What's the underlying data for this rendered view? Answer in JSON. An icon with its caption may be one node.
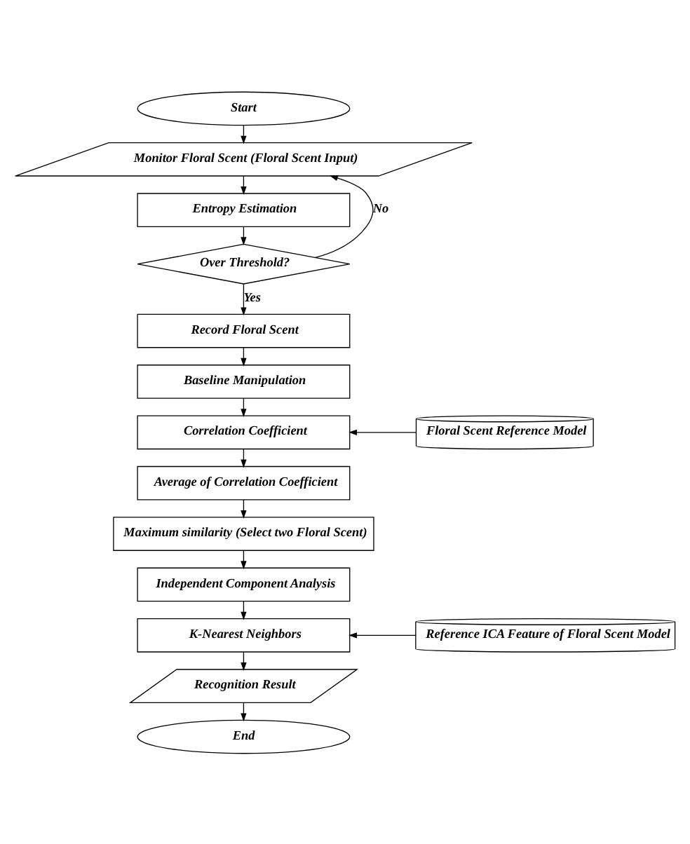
{
  "diagram": {
    "nodes": [
      {
        "text": [
          "Start"
        ]
      },
      {
        "text": [
          "Monitor Floral Scent (Floral Scent Input)"
        ]
      },
      {
        "text": [
          "Entropy Estimation"
        ]
      },
      {
        "text": [
          "Over Threshold?"
        ]
      },
      {
        "text": [
          "Record Floral Scent"
        ]
      },
      {
        "text": [
          "Baseline Manipulation"
        ]
      },
      {
        "text": [
          "Correlation Coefficient"
        ]
      },
      {
        "text": [
          "Floral Scent Reference Model"
        ]
      },
      {
        "text": [
          "Average of Correlation Coefficient"
        ]
      },
      {
        "text": [
          "Maximum similarity (Select two Floral Scent)"
        ]
      },
      {
        "text": [
          "Independent Component Analysis"
        ]
      },
      {
        "text": [
          "K-Nearest Neighbors"
        ]
      },
      {
        "text": [
          "Reference ICA Feature of Floral Scent Model"
        ]
      },
      {
        "text": [
          "Recognition Result"
        ]
      },
      {
        "text": [
          "End"
        ]
      }
    ],
    "edges": [
      {
        "from": 0,
        "to": 1,
        "arrow": "to"
      },
      {
        "from": 1,
        "to": 2,
        "arrow": "to"
      },
      {
        "from": 2,
        "to": 3,
        "arrow": "to"
      },
      {
        "from": 3,
        "to": 1,
        "arrow": "to",
        "label": "No"
      },
      {
        "from": 3,
        "to": 4,
        "arrow": "to",
        "label": "Yes"
      },
      {
        "from": 4,
        "to": 5,
        "arrow": "to"
      },
      {
        "from": 5,
        "to": 6,
        "arrow": "to"
      },
      {
        "from": 7,
        "to": 6,
        "arrow": "to"
      },
      {
        "from": 6,
        "to": 8,
        "arrow": "to"
      },
      {
        "from": 8,
        "to": 9,
        "arrow": "to"
      },
      {
        "from": 9,
        "to": 10,
        "arrow": "to"
      },
      {
        "from": 10,
        "to": 11,
        "arrow": "to"
      },
      {
        "from": 12,
        "to": 11,
        "arrow": "to"
      },
      {
        "from": 11,
        "to": 13,
        "arrow": "to"
      },
      {
        "from": 13,
        "to": 14,
        "arrow": "to"
      }
    ]
  }
}
